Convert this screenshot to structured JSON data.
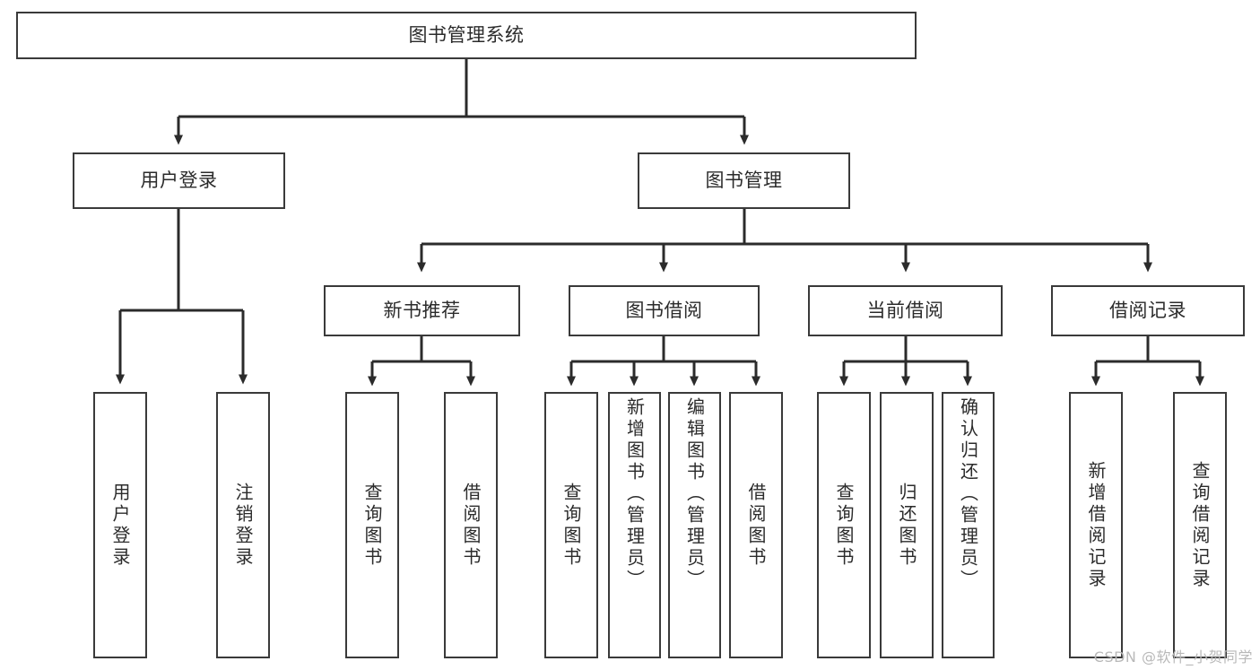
{
  "diagram": {
    "type": "tree-hierarchy",
    "title": "图书管理系统",
    "colors": {
      "box_border": "#3a3a3a",
      "box_fill": "#ffffff",
      "connector": "#2b2b2b",
      "text": "#2b2b2b",
      "watermark": "#b9b9b9",
      "background": "#ffffff"
    },
    "levels": {
      "root": "图书管理系统",
      "level2": [
        "用户登录",
        "图书管理"
      ],
      "level3": [
        "新书推荐",
        "图书借阅",
        "当前借阅",
        "借阅记录"
      ]
    },
    "nodes": {
      "root": {
        "label": "图书管理系统"
      },
      "user_login": {
        "label": "用户登录"
      },
      "book_manage": {
        "label": "图书管理"
      },
      "new_book_rec": {
        "label": "新书推荐"
      },
      "book_borrow": {
        "label": "图书借阅"
      },
      "current_borrow": {
        "label": "当前借阅"
      },
      "borrow_record": {
        "label": "借阅记录"
      },
      "leaf_user_login": {
        "label": "用户登录"
      },
      "leaf_logout": {
        "label": "注销登录"
      },
      "leaf_query_book_1": {
        "label": "查询图书"
      },
      "leaf_borrow_book_1": {
        "label": "借阅图书"
      },
      "leaf_query_book_2": {
        "label": "查询图书"
      },
      "leaf_add_book_admin": {
        "label": "新增图书（管理员）"
      },
      "leaf_edit_book_admin": {
        "label": "编辑图书（管理员）"
      },
      "leaf_borrow_book_2": {
        "label": "借阅图书"
      },
      "leaf_query_book_3": {
        "label": "查询图书"
      },
      "leaf_return_book": {
        "label": "归还图书"
      },
      "leaf_confirm_return_admin": {
        "label": "确认归还（管理员）"
      },
      "leaf_add_record": {
        "label": "新增借阅记录"
      },
      "leaf_query_record": {
        "label": "查询借阅记录"
      }
    },
    "edges": [
      {
        "from": "root",
        "to": "user_login"
      },
      {
        "from": "root",
        "to": "book_manage"
      },
      {
        "from": "user_login",
        "to": "leaf_user_login"
      },
      {
        "from": "user_login",
        "to": "leaf_logout"
      },
      {
        "from": "book_manage",
        "to": "new_book_rec"
      },
      {
        "from": "book_manage",
        "to": "book_borrow"
      },
      {
        "from": "book_manage",
        "to": "current_borrow"
      },
      {
        "from": "book_manage",
        "to": "borrow_record"
      },
      {
        "from": "new_book_rec",
        "to": "leaf_query_book_1"
      },
      {
        "from": "new_book_rec",
        "to": "leaf_borrow_book_1"
      },
      {
        "from": "book_borrow",
        "to": "leaf_query_book_2"
      },
      {
        "from": "book_borrow",
        "to": "leaf_add_book_admin"
      },
      {
        "from": "book_borrow",
        "to": "leaf_edit_book_admin"
      },
      {
        "from": "book_borrow",
        "to": "leaf_borrow_book_2"
      },
      {
        "from": "current_borrow",
        "to": "leaf_query_book_3"
      },
      {
        "from": "current_borrow",
        "to": "leaf_return_book"
      },
      {
        "from": "current_borrow",
        "to": "leaf_confirm_return_admin"
      },
      {
        "from": "borrow_record",
        "to": "leaf_add_record"
      },
      {
        "from": "borrow_record",
        "to": "leaf_query_record"
      }
    ]
  },
  "watermark": {
    "text": "CSDN @软件_小贺同学"
  }
}
